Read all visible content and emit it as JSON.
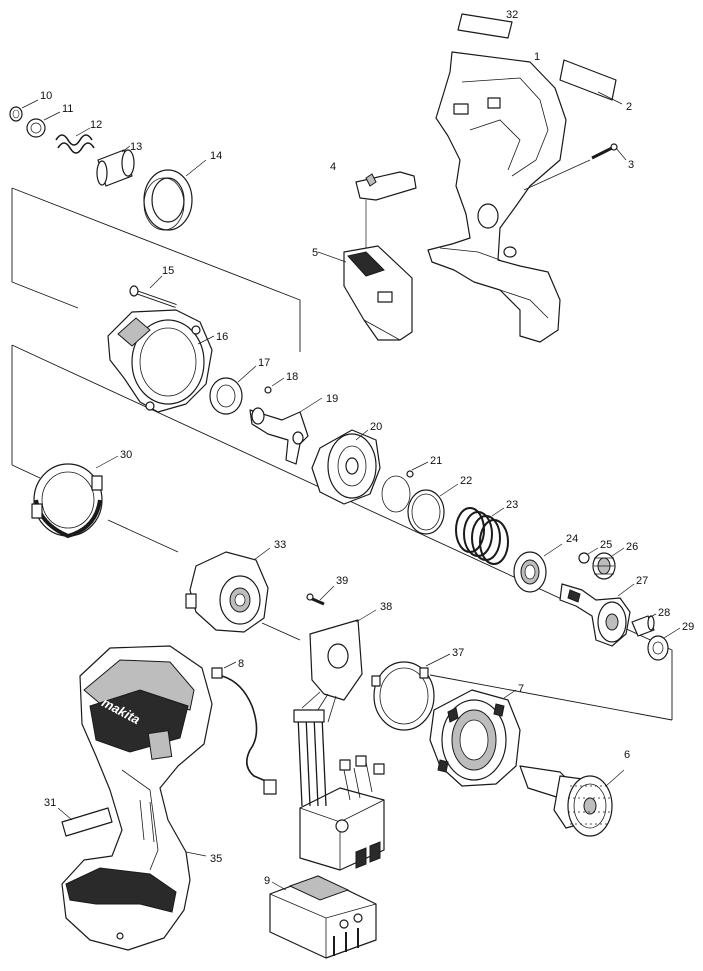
{
  "diagram": {
    "callouts": {
      "c1": "1",
      "c2": "2",
      "c3": "3",
      "c4": "4",
      "c5": "5",
      "c6": "6",
      "c7": "7",
      "c8": "8",
      "c9": "9",
      "c10": "10",
      "c11": "11",
      "c12": "12",
      "c13": "13",
      "c14": "14",
      "c15": "15",
      "c16": "16",
      "c17": "17",
      "c18": "18",
      "c19": "19",
      "c20": "20",
      "c21": "21",
      "c22": "22",
      "c23": "23",
      "c24": "24",
      "c25": "25",
      "c26": "26",
      "c27": "27",
      "c28": "28",
      "c29": "29",
      "c30": "30",
      "c31": "31",
      "c32": "32",
      "c33": "33",
      "c35": "35",
      "c37": "37",
      "c38": "38",
      "c39": "39"
    },
    "brand_logo": "makita"
  }
}
